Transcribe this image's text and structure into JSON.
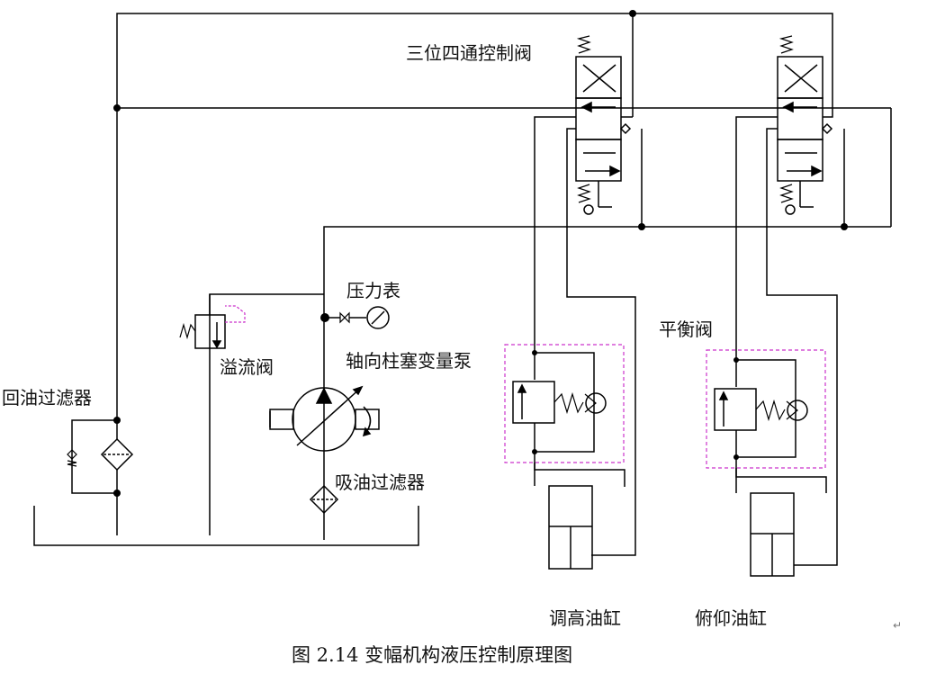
{
  "labels": {
    "directional_valve": "三位四通控制阀",
    "pressure_gauge": "压力表",
    "axial_piston_pump": "轴向柱塞变量泵",
    "relief_valve": "溢流阀",
    "return_filter": "回油过滤器",
    "suction_filter": "吸油过滤器",
    "balance_valve": "平衡阀",
    "height_cylinder": "调高油缸",
    "pitch_cylinder": "俯仰油缸"
  },
  "caption": "图 2.14  变幅机构液压控制原理图",
  "marks": {
    "paragraph_mark": "↵"
  },
  "colors": {
    "line": "#000000",
    "dashed_box": "#cc33cc"
  }
}
